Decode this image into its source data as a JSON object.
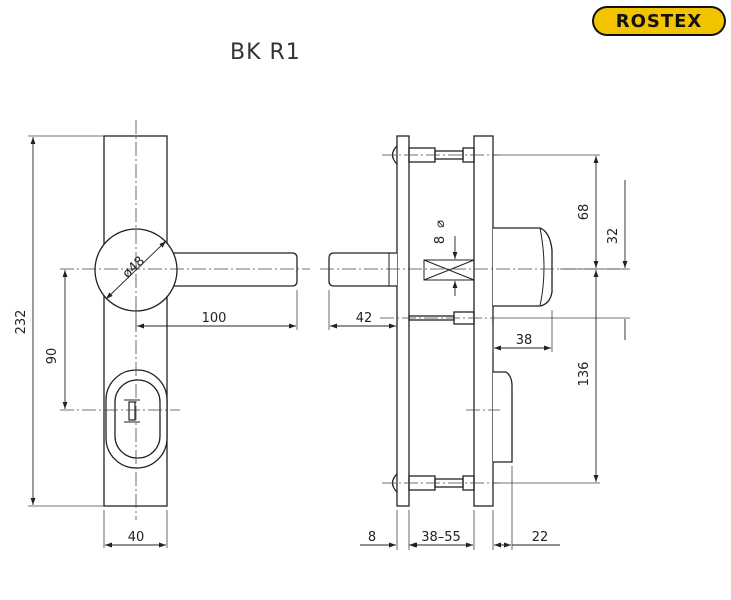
{
  "title": "BK  R1",
  "logo": {
    "text": "ROSTEX",
    "fill_color": "#f2c400",
    "outline_color": "#111111"
  },
  "front_view": {
    "labels": {
      "rosette_diameter": "ø48",
      "lever_length": "100",
      "height": "232",
      "handle_to_cylinder": "90",
      "width": "40"
    }
  },
  "side_view": {
    "labels": {
      "square_spindle": "8",
      "top_spacing": "68",
      "knob_offset": "32",
      "knob_depth": "38",
      "bottom_spacing": "136",
      "lever_projection": "42",
      "plate_thickness": "8",
      "door_thickness": "38–55",
      "outer_projection": "22"
    }
  }
}
